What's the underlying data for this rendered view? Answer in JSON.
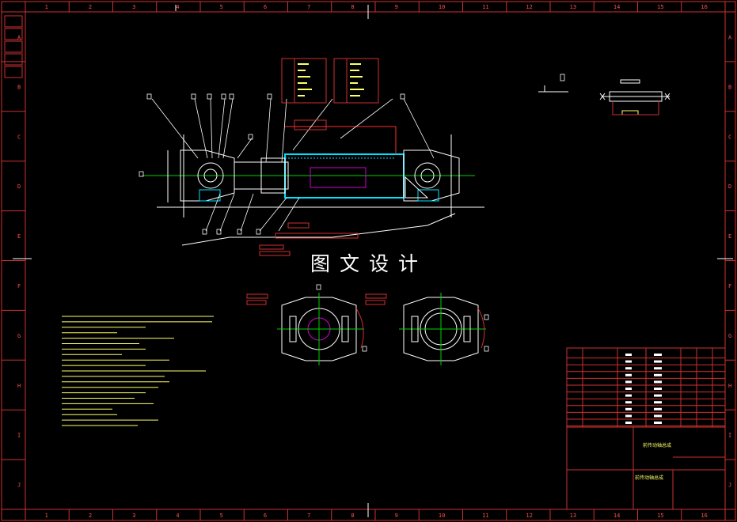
{
  "watermark": "图文设计",
  "frame": {
    "columns": [
      "1",
      "2",
      "3",
      "4",
      "5",
      "6",
      "7",
      "8",
      "9",
      "10",
      "11",
      "12",
      "13",
      "14",
      "15",
      "16"
    ],
    "rows": [
      "A",
      "B",
      "C",
      "D",
      "E",
      "F",
      "G",
      "H",
      "I",
      "J"
    ]
  },
  "title_block": {
    "assembly_name": "前传动轴总成",
    "drawing_name": "前传动轴总成"
  },
  "colors": {
    "frame": "#d03030",
    "line_white": "#ffffff",
    "line_cyan": "#00e0ff",
    "line_green": "#00d000",
    "line_yellow": "#ffff66",
    "line_magenta": "#d000d0",
    "line_red": "#ff3030"
  }
}
